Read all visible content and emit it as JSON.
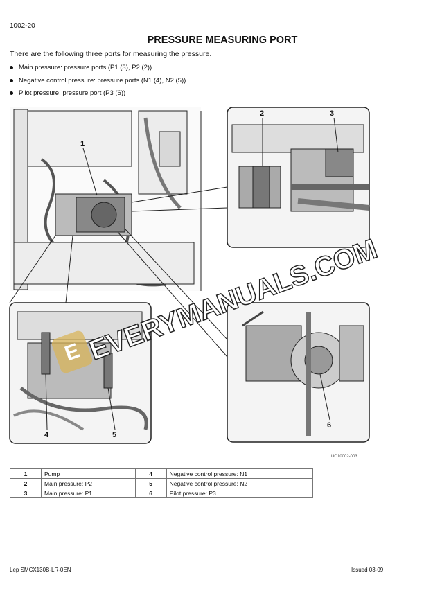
{
  "page_number": "1002-20",
  "title": "PRESSURE MEASURING PORT",
  "intro": "There are the following three ports for measuring the pressure.",
  "bullets": [
    "Main pressure: pressure ports (P1 (3), P2 (2))",
    "Negative control pressure: pressure ports (N1 (4), N2 (5))",
    "Pilot pressure: pressure port (P3 (6))"
  ],
  "figure": {
    "callouts": [
      "1",
      "2",
      "3",
      "4",
      "5",
      "6"
    ],
    "code": "UO10002-003",
    "watermark": "EVERYMANUALS.COM"
  },
  "legend": [
    {
      "num": "1",
      "label": "Pump",
      "num2": "4",
      "label2": "Negative control pressure: N1"
    },
    {
      "num": "2",
      "label": "Main pressure: P2",
      "num2": "5",
      "label2": "Negative control pressure: N2"
    },
    {
      "num": "3",
      "label": "Main pressure: P1",
      "num2": "6",
      "label2": "Pilot pressure: P3"
    }
  ],
  "footer": {
    "left": "Lep SMCX130B-LR-0EN",
    "right": "Issued 03-09"
  }
}
